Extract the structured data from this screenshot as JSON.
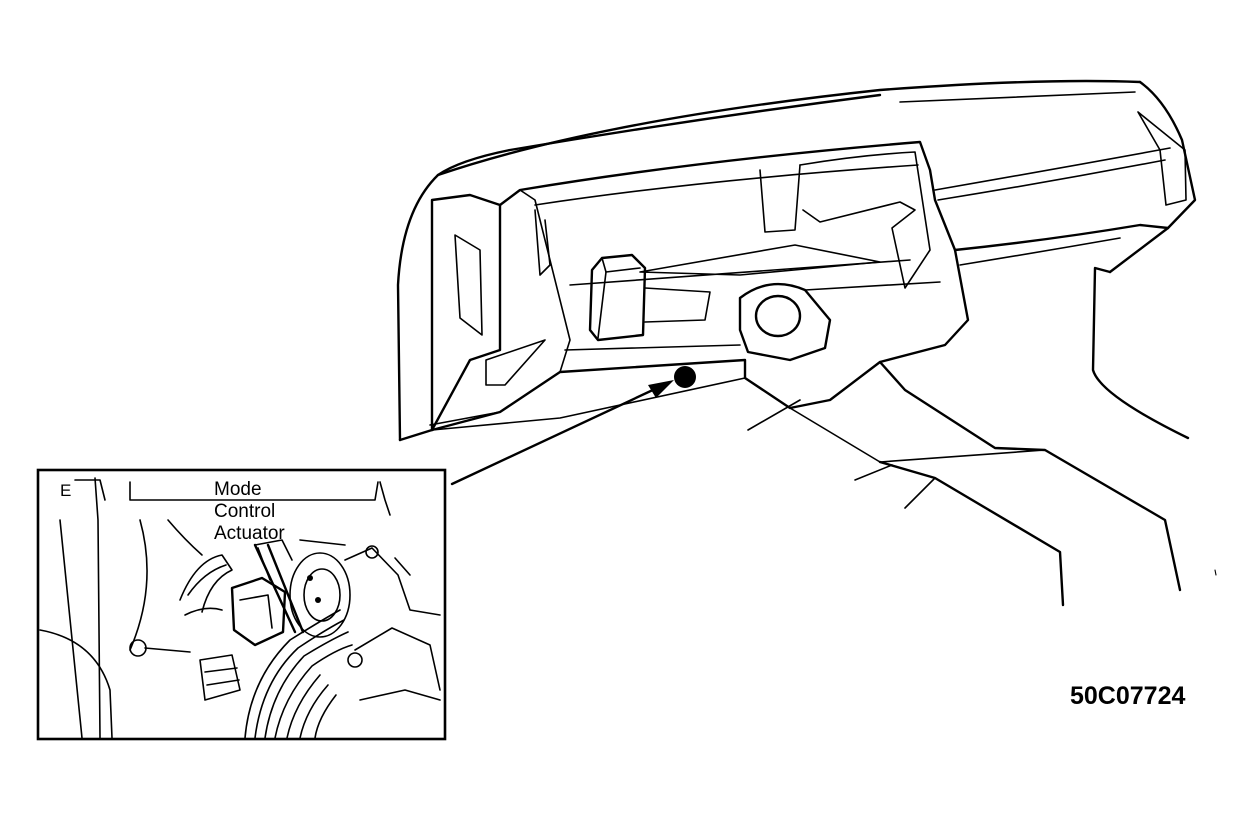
{
  "inset": {
    "letter": "E",
    "callout_lines": [
      "Mode",
      "Control",
      "Actuator"
    ]
  },
  "figure_id": "50C07724",
  "colors": {
    "ink": "#000000",
    "paper": "#ffffff"
  }
}
